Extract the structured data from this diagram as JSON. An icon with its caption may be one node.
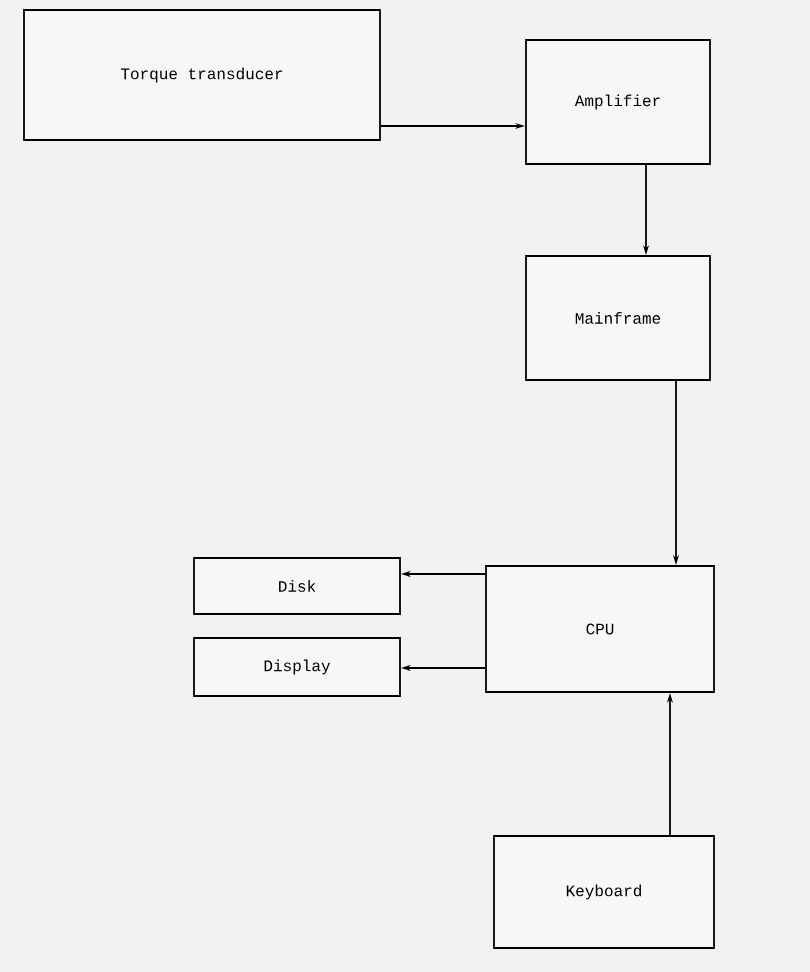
{
  "diagram": {
    "nodes": [
      {
        "text": [
          "Torque transducer"
        ]
      },
      {
        "text": [
          "Amplifier"
        ]
      },
      {
        "text": [
          "Mainframe"
        ]
      },
      {
        "text": [
          "CPU"
        ]
      },
      {
        "text": [
          "Disk"
        ]
      },
      {
        "text": [
          "Display"
        ]
      },
      {
        "text": [
          "Keyboard"
        ]
      }
    ],
    "edges": [
      {
        "from": 0,
        "to": 1,
        "arrow": "to"
      },
      {
        "from": 1,
        "to": 2,
        "arrow": "to"
      },
      {
        "from": 2,
        "to": 3,
        "arrow": "to"
      },
      {
        "from": 3,
        "to": 4,
        "arrow": "to"
      },
      {
        "from": 3,
        "to": 5,
        "arrow": "to"
      },
      {
        "from": 6,
        "to": 3,
        "arrow": "to"
      }
    ]
  }
}
